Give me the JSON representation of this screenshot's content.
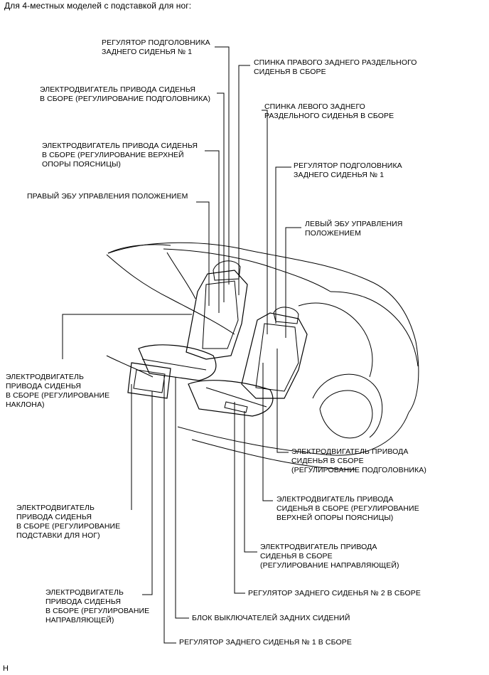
{
  "heading": "Для 4-местных моделей с подставкой для ног:",
  "figure_code": "H",
  "callouts": {
    "headrest_adjuster_right": "РЕГУЛЯТОР ПОДГОЛОВНИКА\nЗАДНЕГО СИДЕНЬЯ № 1",
    "right_seatback": "СПИНКА ПРАВОГО ЗАДНЕГО РАЗДЕЛЬНОГО\nСИДЕНЬЯ В СБОРЕ",
    "motor_headrest_right": "ЭЛЕКТРОДВИГАТЕЛЬ ПРИВОДА СИДЕНЬЯ\nВ СБОРЕ (РЕГУЛИРОВАНИЕ ПОДГОЛОВНИКА)",
    "left_seatback": "СПИНКА ЛЕВОГО ЗАДНЕГО\nРАЗДЕЛЬНОГО СИДЕНЬЯ В СБОРЕ",
    "motor_lumbar_right": "ЭЛЕКТРОДВИГАТЕЛЬ ПРИВОДА СИДЕНЬЯ\nВ СБОРЕ (РЕГУЛИРОВАНИЕ ВЕРХНЕЙ\nОПОРЫ ПОЯСНИЦЫ)",
    "headrest_adjuster_left": "РЕГУЛЯТОР ПОДГОЛОВНИКА\nЗАДНЕГО СИДЕНЬЯ № 1",
    "right_ecu": "ПРАВЫЙ ЭБУ УПРАВЛЕНИЯ ПОЛОЖЕНИЕМ",
    "left_ecu": "ЛЕВЫЙ ЭБУ УПРАВЛЕНИЯ\nПОЛОЖЕНИЕМ",
    "motor_recline": "ЭЛЕКТРОДВИГАТЕЛЬ\nПРИВОДА СИДЕНЬЯ\nВ СБОРЕ (РЕГУЛИРОВАНИЕ\nНАКЛОНА)",
    "motor_headrest_left": "ЭЛЕКТРОДВИГАТЕЛЬ ПРИВОДА\nСИДЕНЬЯ В СБОРЕ\n(РЕГУЛИРОВАНИЕ ПОДГОЛОВНИКА)",
    "motor_footrest": "ЭЛЕКТРОДВИГАТЕЛЬ\nПРИВОДА СИДЕНЬЯ\nВ СБОРЕ (РЕГУЛИРОВАНИЕ\nПОДСТАВКИ ДЛЯ НОГ)",
    "motor_lumbar_left": "ЭЛЕКТРОДВИГАТЕЛЬ ПРИВОДА\nСИДЕНЬЯ В СБОРЕ (РЕГУЛИРОВАНИЕ\nВЕРХНЕЙ ОПОРЫ ПОЯСНИЦЫ)",
    "motor_slide_left": "ЭЛЕКТРОДВИГАТЕЛЬ ПРИВОДА\nСИДЕНЬЯ В СБОРЕ\n(РЕГУЛИРОВАНИЕ НАПРАВЛЯЮЩЕЙ)",
    "seat_adjuster_2": "РЕГУЛЯТОР ЗАДНЕГО СИДЕНЬЯ № 2 В СБОРЕ",
    "motor_slide_right": "ЭЛЕКТРОДВИГАТЕЛЬ\nПРИВОДА СИДЕНЬЯ\nВ СБОРЕ (РЕГУЛИРОВАНИЕ\nНАПРАВЛЯЮЩЕЙ)",
    "switch_block": "БЛОК ВЫКЛЮЧАТЕЛЕЙ ЗАДНИХ СИДЕНИЙ",
    "seat_adjuster_1": "РЕГУЛЯТОР ЗАДНЕГО СИДЕНЬЯ № 1 В СБОРЕ"
  }
}
